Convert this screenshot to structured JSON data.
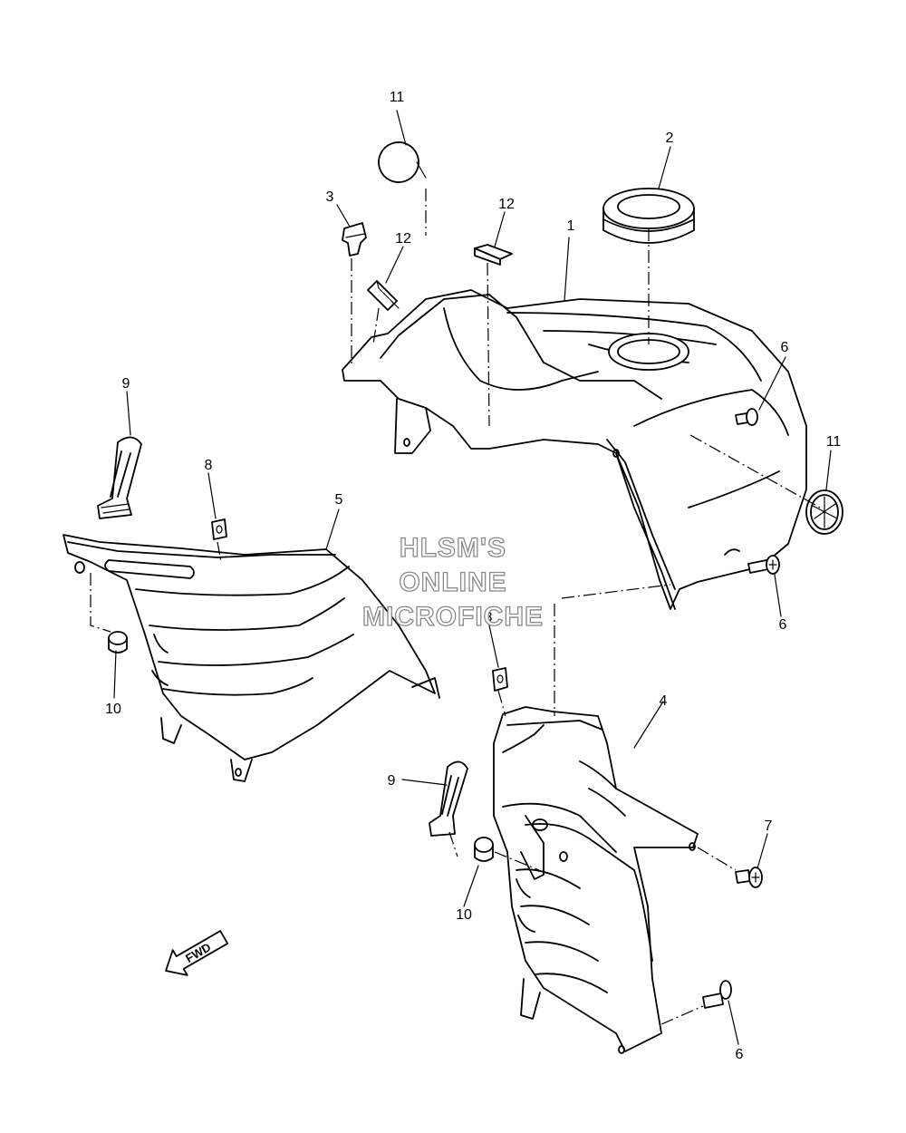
{
  "watermark": {
    "line1": "HLSM'S",
    "line2": "ONLINE",
    "line3": "MICROFICHE"
  },
  "direction_arrow": {
    "label": "FWD",
    "icon": "fwd-arrow-icon"
  },
  "callouts": {
    "c1": "1",
    "c2": "2",
    "c3": "3",
    "c4": "4",
    "c5": "5",
    "c6a": "6",
    "c6b": "6",
    "c6c": "6",
    "c7": "7",
    "c8a": "8",
    "c8b": "8",
    "c9a": "9",
    "c9b": "9",
    "c10a": "10",
    "c10b": "10",
    "c11a": "11",
    "c11b": "11",
    "c12a": "12",
    "c12b": "12"
  }
}
